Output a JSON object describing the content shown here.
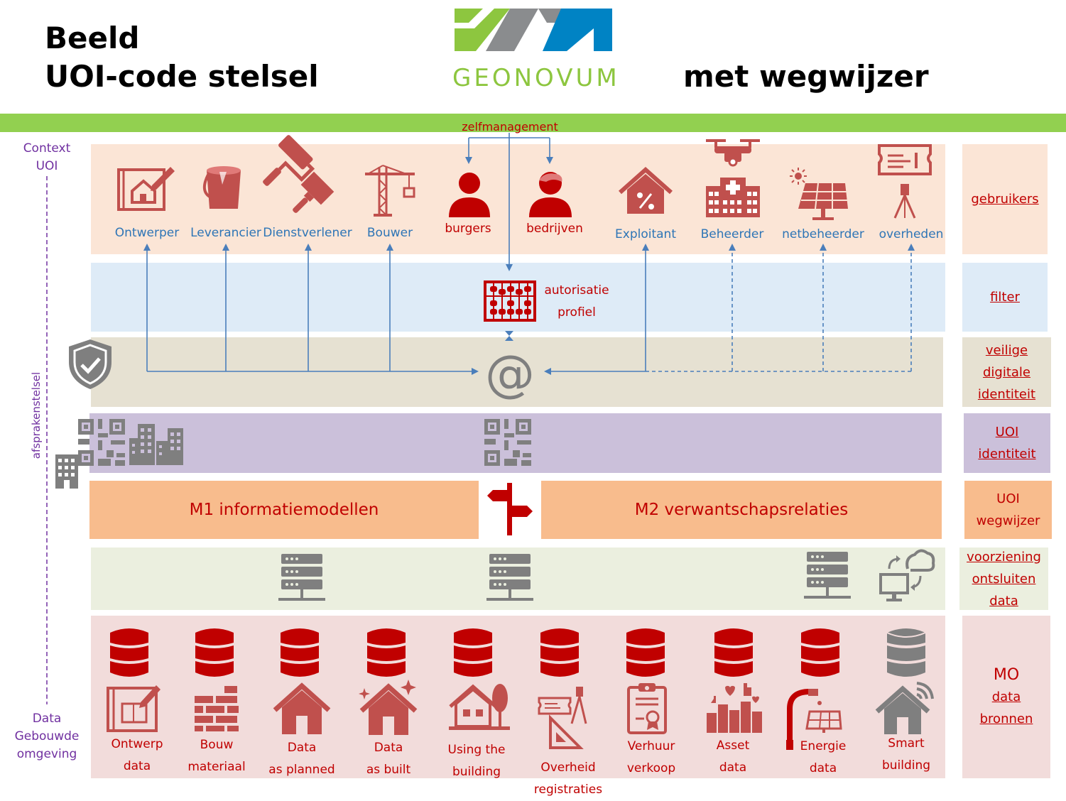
{
  "header": {
    "title_line1": "Beeld",
    "title_line2": "UOI-code stelsel",
    "title_right": "met wegwijzer",
    "logo_text": "GEONOVUM"
  },
  "top_label": "zelfmanagement",
  "left": {
    "context_line1": "Context",
    "context_line2": "UOI",
    "axis_label": "afsprakenstelsel",
    "data_line1": "Data",
    "data_line2": "Gebouwde",
    "data_line3": "omgeving"
  },
  "users": [
    {
      "label": "Ontwerper",
      "icon": "blueprint-pencil-icon"
    },
    {
      "label": "Leverancier",
      "icon": "paint-bucket-icon"
    },
    {
      "label": "Dienstverlener",
      "icon": "paint-roller-icon"
    },
    {
      "label": "Bouwer",
      "icon": "crane-icon"
    },
    {
      "label": "burgers",
      "icon": "person-icon"
    },
    {
      "label": "bedrijven",
      "icon": "person-icon"
    },
    {
      "label": "Exploitant",
      "icon": "house-percent-icon"
    },
    {
      "label": "Beheerder",
      "icon": "drone-hospital-icon"
    },
    {
      "label": "netbeheerder",
      "icon": "solar-panel-icon"
    },
    {
      "label": "overheden",
      "icon": "ticket-survey-icon"
    }
  ],
  "filter": {
    "line1": "autorisatie",
    "line2": "profiel"
  },
  "boxes": {
    "m1": "M1 informatiemodellen",
    "m2": "M2 verwantschapsrelaties"
  },
  "side": {
    "gebruikers": "gebruikers",
    "filter": "filter",
    "veilige_1": "veilige",
    "veilige_2": "digitale",
    "veilige_3": "identiteit",
    "uoi_1": "UOI",
    "uoi_2": "identiteit",
    "wegwijzer_1": "UOI",
    "wegwijzer_2": "wegwijzer",
    "voorziening_1": "voorziening",
    "voorziening_2": "ontsluiten",
    "voorziening_3": "data",
    "mo_1": "MO",
    "mo_2": "data",
    "mo_3": "bronnen"
  },
  "sources": [
    {
      "line1": "Ontwerp",
      "line2": "data"
    },
    {
      "line1": "Bouw",
      "line2": "materiaal"
    },
    {
      "line1": "Data",
      "line2": "as planned"
    },
    {
      "line1": "Data",
      "line2": "as built"
    },
    {
      "line1": "Using the",
      "line2": "building"
    },
    {
      "line1": "Overheid",
      "line2": "registraties"
    },
    {
      "line1": "Verhuur",
      "line2": "verkoop"
    },
    {
      "line1": "Asset",
      "line2": "data"
    },
    {
      "line1": "Energie",
      "line2": "data"
    },
    {
      "line1": "Smart",
      "line2": "building"
    }
  ],
  "colors": {
    "green_bar": "#92d050",
    "users_band": "#fbe5d6",
    "filter_band": "#deebf7",
    "identity_band": "#e6e1d2",
    "uoi_band": "#cbc0da",
    "wegwijzer_box": "#f8bc8d",
    "service_band": "#ebefdf",
    "sources_band": "#f2dcdb",
    "icon_red": "#c0504d",
    "arrow_blue": "#4a7ebb",
    "text_red": "#c00000",
    "grey": "#7f7f7f"
  }
}
